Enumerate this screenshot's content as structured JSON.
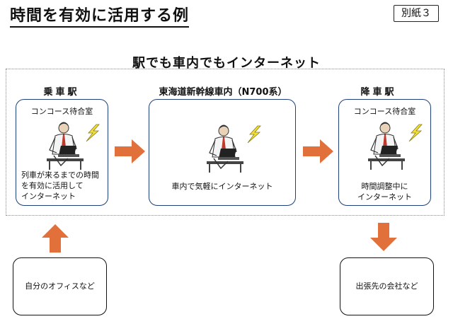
{
  "title": "時間を有効に活用する例",
  "attachment_badge": "別紙３",
  "heading": "駅でも車内でもインターネット",
  "stages": {
    "boarding": {
      "label": "乗車駅",
      "card_heading": "コンコース待合室",
      "lines": [
        "列車が来るまでの時間",
        "を有効に活用して",
        "インターネット"
      ]
    },
    "onboard": {
      "label": "東海道新幹線車内（N700系）",
      "lines": [
        "車内で気軽にインターネット"
      ]
    },
    "alighting": {
      "label": "降車駅",
      "card_heading": "コンコース待合室",
      "lines": [
        "時間調整中に",
        "インターネット"
      ]
    }
  },
  "origin": {
    "label": "自分のオフィスなど"
  },
  "destination": {
    "label": "出張先の会社など"
  },
  "icons": {
    "person": "person-with-laptop-icon",
    "signal": "lightning-signal-icon",
    "arrow": "orange-arrow-icon"
  },
  "colors": {
    "arrow": "#e2703a",
    "card_border": "#1f3f7a",
    "signal": "#f2e03a"
  }
}
